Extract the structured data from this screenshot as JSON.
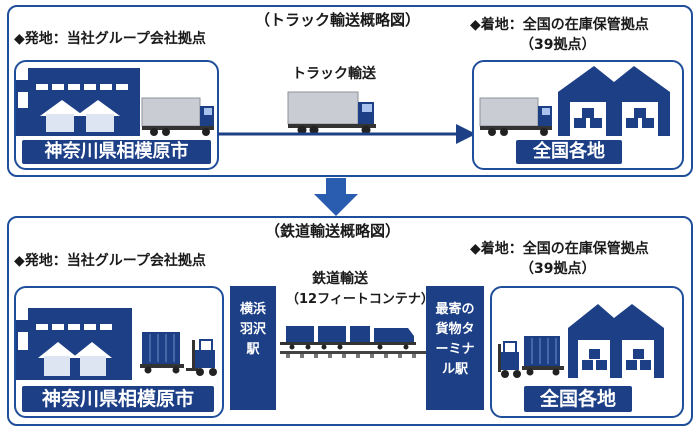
{
  "truck_section": {
    "title": "（トラック輸送概略図）",
    "origin_label": "◆発地：当社グループ会社拠点",
    "destination_label": "◆着地：全国の在庫保管拠点",
    "destination_count": "（39拠点）",
    "transport_label": "トラック輸送",
    "origin_place": "神奈川県相模原市",
    "destination_place": "全国各地"
  },
  "rail_section": {
    "title": "（鉄道輸送概略図）",
    "origin_label": "◆発地：当社グループ会社拠点",
    "destination_label": "◆着地：全国の在庫保管拠点",
    "destination_count": "（39拠点）",
    "transport_label": "鉄道輸送",
    "container_label": "（12フィートコンテナ）",
    "origin_station": "横浜羽沢駅",
    "destination_station": "最寄の貨物ターミナル駅",
    "origin_place": "神奈川県相模原市",
    "destination_place": "全国各地"
  },
  "colors": {
    "navy": "#1c3f86",
    "border_blue": "#1f4e9a",
    "arrow_blue": "#2a5db0"
  }
}
